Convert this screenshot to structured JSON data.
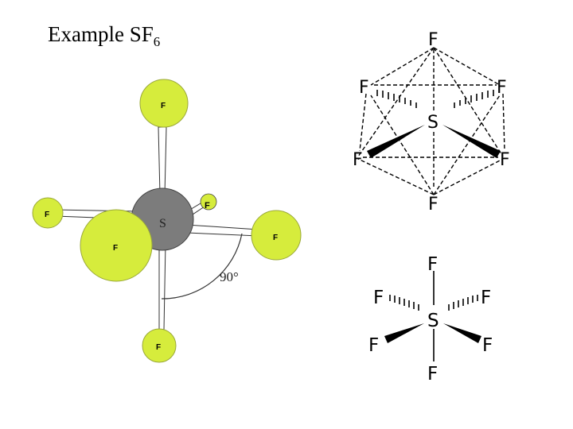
{
  "title": {
    "text": "Example SF",
    "subscript": "6"
  },
  "ball_stick": {
    "central_label": "S",
    "ligand_label": "F",
    "angle_label": "90°",
    "colors": {
      "fluorine": "#d6ec3c",
      "sulfur": "#7c7c7c",
      "bond": "#ffffff"
    }
  },
  "octahedron": {
    "central": "S",
    "ligand": "F"
  },
  "wedge_structure": {
    "central": "S",
    "ligand": "F"
  }
}
